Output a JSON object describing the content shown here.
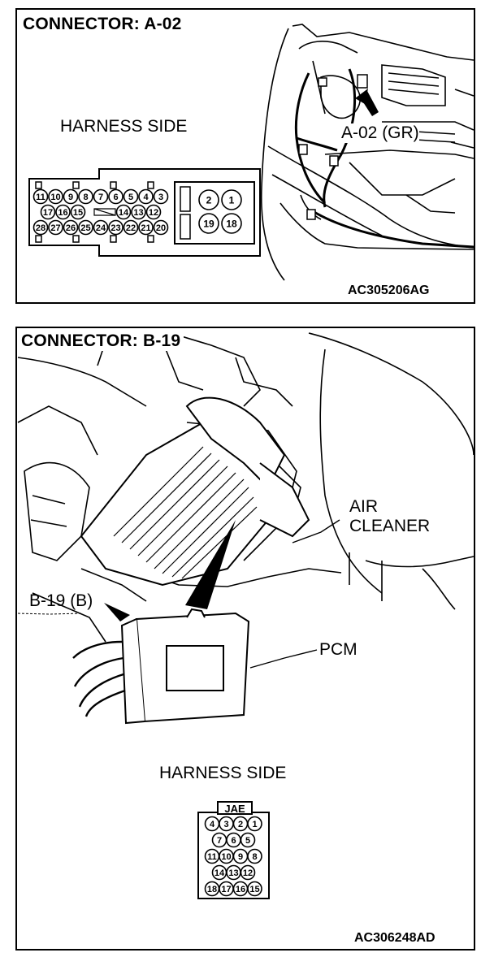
{
  "panel_a": {
    "title": "CONNECTOR: A-02",
    "harness_label": "HARNESS SIDE",
    "callout": "A-02 (GR)",
    "figure_code": "AC305206AG",
    "connector_left_pins": {
      "row1": [
        "11",
        "10",
        "9",
        "8",
        "7",
        "6",
        "5",
        "4",
        "3"
      ],
      "row2a": [
        "17",
        "16",
        "15"
      ],
      "row2b": [
        "14",
        "13",
        "12"
      ],
      "row3": [
        "28",
        "27",
        "26",
        "25",
        "24",
        "23",
        "22",
        "21",
        "20"
      ]
    },
    "connector_right_pins": [
      "2",
      "1",
      "19",
      "18"
    ]
  },
  "panel_b": {
    "title": "CONNECTOR: B-19",
    "air_cleaner_label_1": "AIR",
    "air_cleaner_label_2": "CLEANER",
    "callout": "B-19 (B)",
    "pcm_label": "PCM",
    "harness_label": "HARNESS SIDE",
    "connector_header": "JAE",
    "connector_rows": [
      [
        "4",
        "3",
        "2",
        "1"
      ],
      [
        "7",
        "6",
        "5"
      ],
      [
        "11",
        "10",
        "9",
        "8"
      ],
      [
        "14",
        "13",
        "12"
      ],
      [
        "18",
        "17",
        "16",
        "15"
      ]
    ],
    "figure_code": "AC306248AD"
  }
}
